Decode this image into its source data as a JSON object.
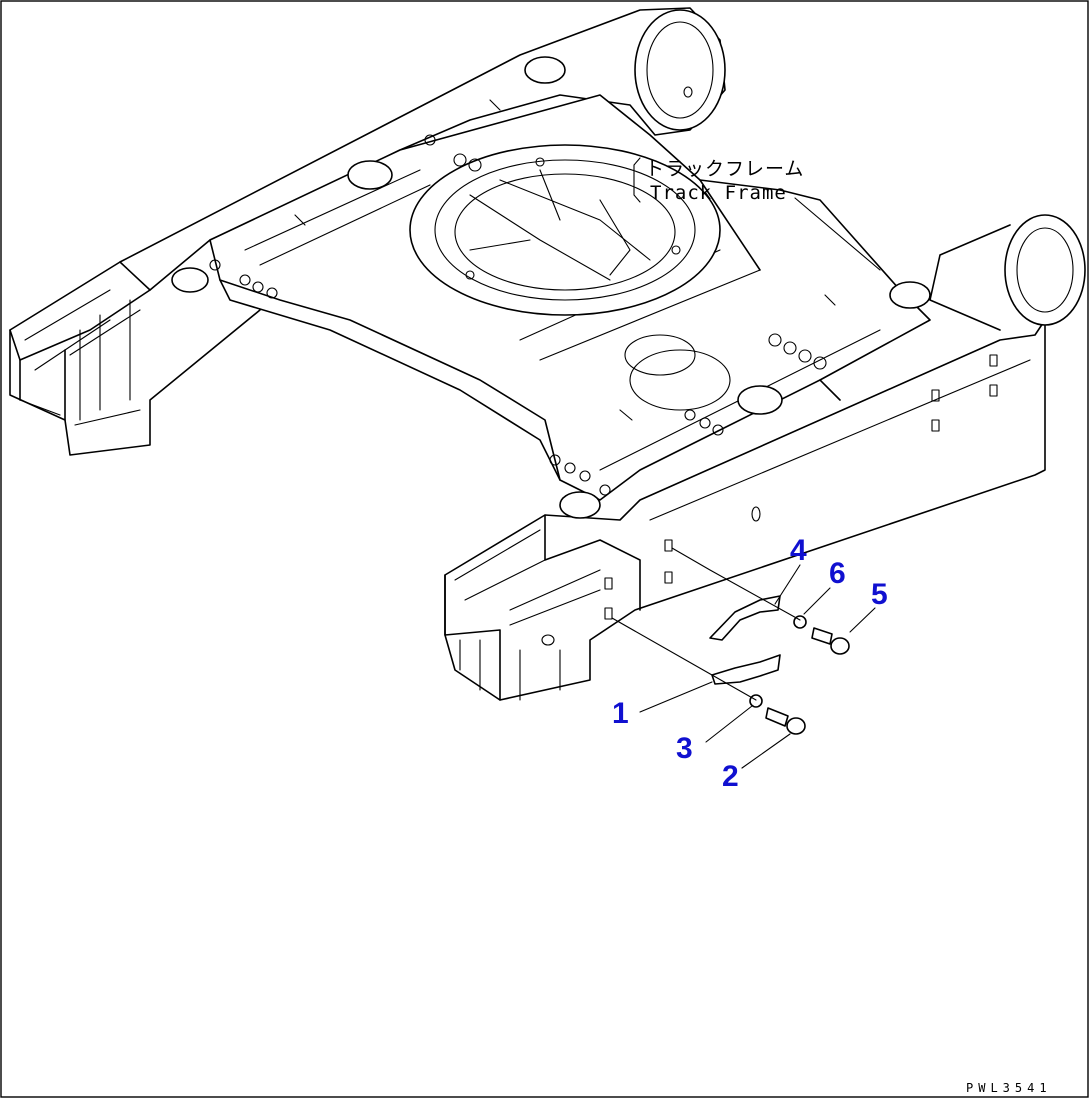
{
  "assembly": {
    "label_jp": "トラックフレーム",
    "label_en": "Track Frame"
  },
  "callouts": [
    "1",
    "2",
    "3",
    "4",
    "5",
    "6"
  ],
  "drawing_code": "PWL3541",
  "colors": {
    "callout": "#1010d0",
    "line": "#000000",
    "background": "#ffffff"
  }
}
